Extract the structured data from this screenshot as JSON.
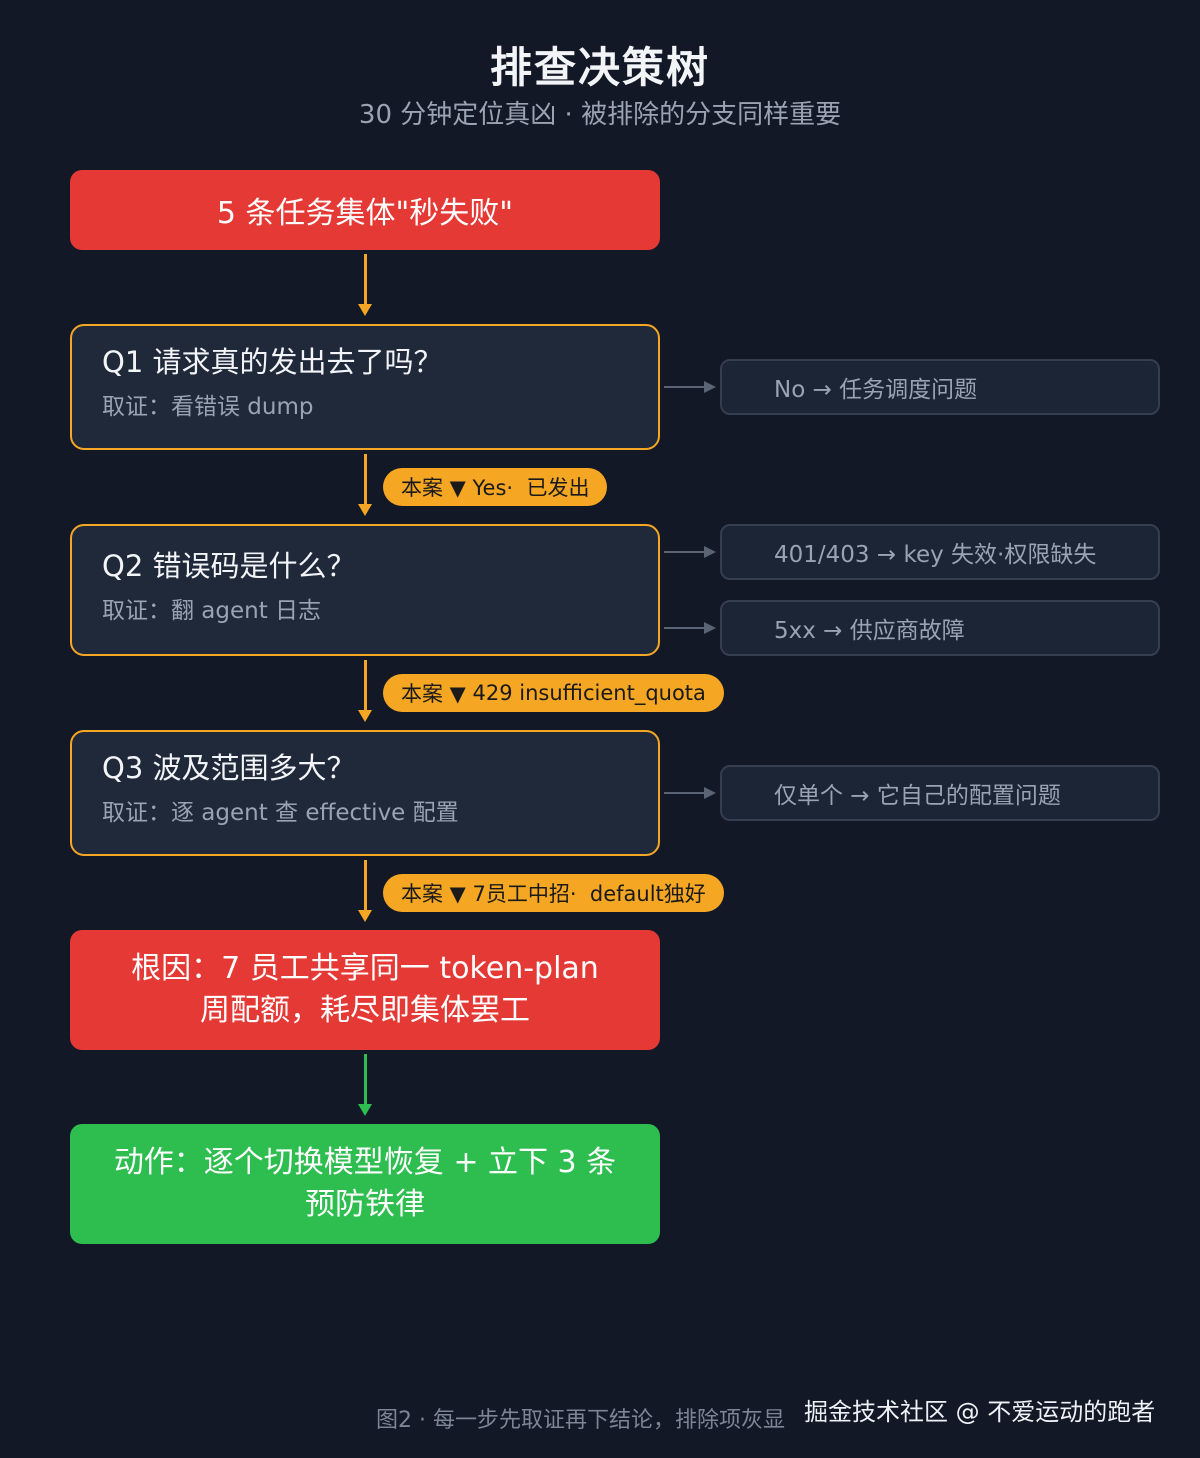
{
  "header": {
    "title": "排查决策树",
    "subtitle": "30 分钟定位真凶 · 被排除的分支同样重要"
  },
  "start": {
    "label": "5 条任务集体\"秒失败\""
  },
  "questions": [
    {
      "title": "Q1 请求真的发出去了吗？",
      "evidence": "取证：看错误 dump"
    },
    {
      "title": "Q2 错误码是什么？",
      "evidence": "取证：翻 agent 日志"
    },
    {
      "title": "Q3 波及范围多大？",
      "evidence": "取证：逐 agent 查 effective 配置"
    }
  ],
  "branches": [
    {
      "prefix": "本案 ▼",
      "text": "Yes·  已发出"
    },
    {
      "prefix": "本案 ▼",
      "text": "429 insufficient_quota"
    },
    {
      "prefix": "本案 ▼",
      "text": "7员工中招·  default独好"
    }
  ],
  "excluded": [
    {
      "label": "No → 任务调度问题"
    },
    {
      "label": "401/403 → key 失效·权限缺失"
    },
    {
      "label": "5xx → 供应商故障"
    },
    {
      "label": "仅单个 → 它自己的配置问题"
    }
  ],
  "root_cause": {
    "line1": "根因：7 员工共享同一 token-plan",
    "line2": "周配额，耗尽即集体罢工"
  },
  "action": {
    "line1": "动作：逐个切换模型恢复 + 立下 3 条",
    "line2": "预防铁律"
  },
  "caption": "图2 · 每一步先取证再下结论，排除项灰显",
  "watermark": "掘金技术社区 @ 不爱运动的跑者",
  "colors": {
    "background": "#121826",
    "danger": "#e53935",
    "accent": "#f5a623",
    "success": "#2ebd4f",
    "muted_border": "#343e4f"
  }
}
